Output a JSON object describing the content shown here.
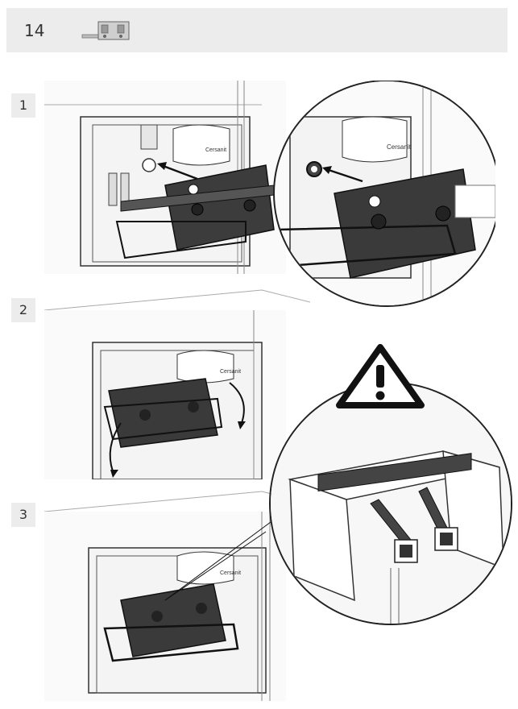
{
  "header": {
    "step_number": "14",
    "icon": "bracket-part-icon"
  },
  "steps": [
    {
      "label": "1"
    },
    {
      "label": "2"
    },
    {
      "label": "3"
    }
  ],
  "panel1": {
    "brand_text": "Cersanit"
  },
  "panel2": {
    "brand_text": "Cersanit"
  },
  "panel3": {
    "brand_text": "Cersanit"
  },
  "warning": {
    "icon": "warning-triangle-icon"
  }
}
